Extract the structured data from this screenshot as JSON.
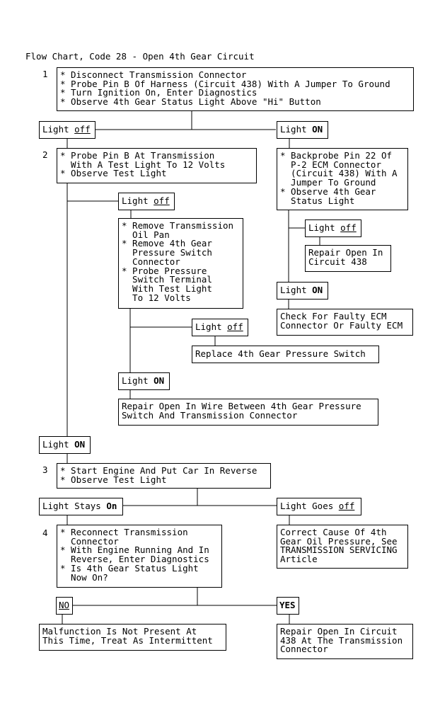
{
  "title": "Flow Chart, Code 28 - Open 4th Gear Circuit",
  "steps": {
    "s1": "1",
    "s2": "2",
    "s3": "3",
    "s4": "4"
  },
  "boxes": {
    "step1": "* Disconnect Transmission Connector\n* Probe Pin B Of Harness (Circuit 438) With A Jumper To Ground\n* Turn Ignition On, Enter Diagnostics\n* Observe 4th Gear Status Light Above \"Hi\" Button",
    "step2": "* Probe Pin B At Transmission\n  With A Test Light To 12 Volts\n* Observe Test Light",
    "backprobe": "* Backprobe Pin 22 Of\n  P-2 ECM Connector\n  (Circuit 438) With A\n  Jumper To Ground\n* Observe 4th Gear\n  Status Light",
    "remove_pan": "* Remove Transmission\n  Oil Pan\n* Remove 4th Gear\n  Pressure Switch\n  Connector\n* Probe Pressure\n  Switch Terminal\n  With Test Light\n  To 12 Volts",
    "repair_438": "Repair Open In\nCircuit 438",
    "check_ecm": "Check For Faulty ECM\nConnector Or Faulty ECM",
    "replace_switch": "Replace 4th Gear Pressure Switch",
    "repair_wire": "Repair Open In Wire Between 4th Gear Pressure\nSwitch And Transmission Connector",
    "step3": "* Start Engine And Put Car In Reverse\n* Observe Test Light",
    "correct_cause": "Correct Cause Of 4th\nGear Oil Pressure, See\nTRANSMISSION SERVICING\nArticle",
    "step4": "* Reconnect Transmission\n  Connector\n* With Engine Running And In\n  Reverse, Enter Diagnostics\n* Is 4th Gear Status Light\n  Now On?",
    "malfunction": "Malfunction Is Not Present At\nThis Time, Treat As Intermittent",
    "repair_trans": "Repair Open In Circuit\n438 At The Transmission\nConnector"
  },
  "labels": {
    "light": "Light ",
    "light_stays": "Light Stays ",
    "light_goes": "Light Goes ",
    "off": "off",
    "on": "ON",
    "on_mixed": "On",
    "no": "NO",
    "yes": "YES"
  }
}
